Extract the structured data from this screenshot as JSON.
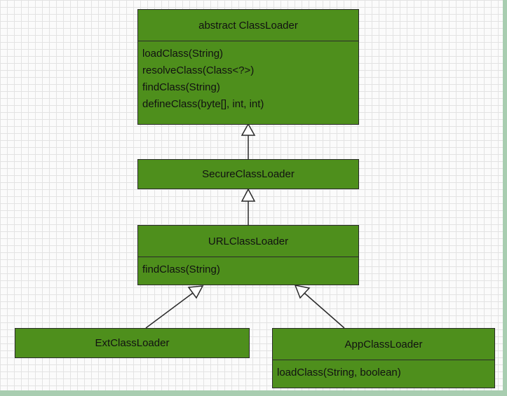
{
  "classes": {
    "classloader": {
      "title": "abstract ClassLoader",
      "methods": [
        "loadClass(String)",
        "resolveClass(Class<?>)",
        "findClass(String)",
        "defineClass(byte[], int, int)"
      ]
    },
    "secure": {
      "title": "SecureClassLoader"
    },
    "url": {
      "title": "URLClassLoader",
      "methods": [
        "findClass(String)"
      ]
    },
    "ext": {
      "title": "ExtClassLoader"
    },
    "app": {
      "title": "AppClassLoader",
      "methods": [
        "loadClass(String, boolean)"
      ]
    }
  },
  "relations": [
    {
      "from": "SecureClassLoader",
      "to": "abstract ClassLoader",
      "type": "inheritance"
    },
    {
      "from": "URLClassLoader",
      "to": "SecureClassLoader",
      "type": "inheritance"
    },
    {
      "from": "ExtClassLoader",
      "to": "URLClassLoader",
      "type": "inheritance"
    },
    {
      "from": "AppClassLoader",
      "to": "URLClassLoader",
      "type": "inheritance"
    }
  ],
  "colors": {
    "box_fill": "#4e8f1c",
    "border": "#2a2a2a",
    "frame": "#a8cdb0"
  }
}
